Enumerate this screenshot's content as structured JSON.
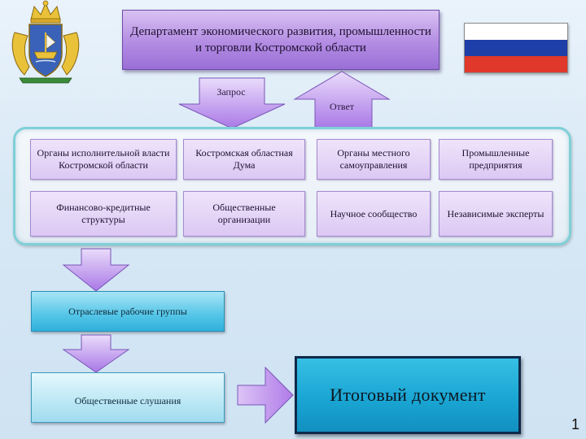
{
  "header": {
    "title": "Департамент экономического развития, промышленности и торговли Костромской области"
  },
  "flag": {
    "colors": [
      "#ffffff",
      "#1f3fa8",
      "#e0392b"
    ]
  },
  "coat_of_arms": {
    "icon": "kostroma-coat-of-arms-icon"
  },
  "flow": {
    "request_label": "Запрос",
    "response_label": "Ответ"
  },
  "stakeholders": [
    "Органы исполнительной власти Костромской области",
    "Костромская областная Дума",
    "Органы местного самоуправления",
    "Промышленные предприятия",
    "Финансово-кредитные структуры",
    "Общественные организации",
    "Научное сообщество",
    "Независимые эксперты"
  ],
  "working_groups": {
    "label": "Отраслевые рабочие группы"
  },
  "public_hearings": {
    "label": "Общественные слушания"
  },
  "final_document": {
    "label": "Итоговый документ"
  },
  "page": {
    "number": "1"
  },
  "colors": {
    "header_purple": "#b38ce3",
    "arrow_purple": "#b07be8",
    "card_lavender": "#dcc8f3",
    "cyan": "#2fb0db",
    "container_border": "#7fd0d8"
  }
}
